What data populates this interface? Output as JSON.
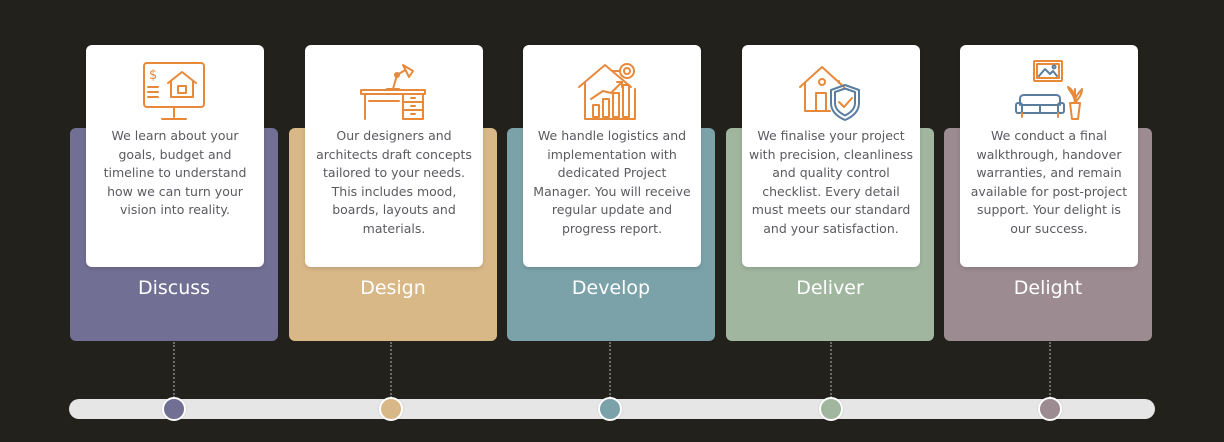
{
  "colors": {
    "background": "#23211b",
    "icon_stroke": "#e8893a",
    "icon_accent": "#5b7ea0",
    "track": "#e6e6e6"
  },
  "steps": [
    {
      "title": "Discuss",
      "description": "We learn about your goals, budget and timeline to understand how we can turn your vision into reality.",
      "color": "#726f94",
      "icon": "monitor-house-icon"
    },
    {
      "title": "Design",
      "description": "Our designers and architects draft concepts tailored to your needs. This includes mood, boards, layouts and materials.",
      "color": "#d9b887",
      "icon": "desk-lamp-icon"
    },
    {
      "title": "Develop",
      "description": "We handle logistics and implementation with dedicated Project Manager. You will receive regular update and progress report.",
      "color": "#7ba2a9",
      "icon": "house-growth-icon"
    },
    {
      "title": "Deliver",
      "description": "We finalise your project with precision, cleanliness and quality control checklist. Every detail must meets our standard and your satisfaction.",
      "color": "#a1b69f",
      "icon": "house-shield-icon"
    },
    {
      "title": "Delight",
      "description": "We conduct a final walkthrough, handover warranties, and remain available for post-project support. Your delight is our success.",
      "color": "#9d8b92",
      "icon": "living-room-icon"
    }
  ]
}
